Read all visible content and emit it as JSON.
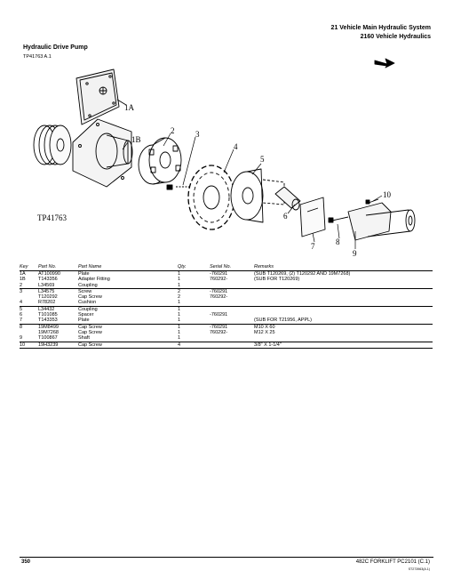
{
  "header": {
    "section": "21 Vehicle Main Hydraulic System",
    "group": "2160 Vehicle Hydraulics"
  },
  "figure": {
    "title": "Hydraulic Drive Pump",
    "id": "TP41763 A.1",
    "plate_label": "TP41763",
    "callouts": [
      "1A",
      "1B",
      "2",
      "3",
      "4",
      "5",
      "6",
      "7",
      "8",
      "9",
      "10"
    ]
  },
  "table": {
    "headers": [
      "Key",
      "Part No.",
      "Part Name",
      "Qty.",
      "Serial No.",
      "Remarks"
    ],
    "groups": [
      [
        {
          "key": "1A",
          "part": "AT100990",
          "name": "Plate",
          "qty": "1",
          "serial": "-760291",
          "remarks": "(SUB T120269, (2) T120292 AND 19M7268)"
        },
        {
          "key": "1B",
          "part": "T143356",
          "name": "Adapter Fitting",
          "qty": "1",
          "serial": "760292-",
          "remarks": "(SUB FOR T120269)"
        },
        {
          "key": "2",
          "part": "L34569",
          "name": "Coupling",
          "qty": "1",
          "serial": "",
          "remarks": ""
        }
      ],
      [
        {
          "key": "3",
          "part": "L34575",
          "name": "Screw",
          "qty": "2",
          "serial": "-760291",
          "remarks": ""
        },
        {
          "key": "",
          "part": "T120292",
          "name": "Cap Screw",
          "qty": "2",
          "serial": "760292-",
          "remarks": ""
        },
        {
          "key": "4",
          "part": "R78202",
          "name": "Cushion",
          "qty": "1",
          "serial": "",
          "remarks": ""
        }
      ],
      [
        {
          "key": "5",
          "part": "L34432",
          "name": "Coupling",
          "qty": "1",
          "serial": "",
          "remarks": ""
        },
        {
          "key": "6",
          "part": "T101085",
          "name": "Spacer",
          "qty": "1",
          "serial": "-760291",
          "remarks": ""
        },
        {
          "key": "7",
          "part": "T143353",
          "name": "Plate",
          "qty": "1",
          "serial": "",
          "remarks": "(SUB FOR T21956, APPL)"
        }
      ],
      [
        {
          "key": "8",
          "part": "19M8499",
          "name": "Cap Screw",
          "qty": "1",
          "serial": "-760291",
          "remarks": "M10 X 60"
        },
        {
          "key": "",
          "part": "19M7268",
          "name": "Cap Screw",
          "qty": "1",
          "serial": "760292-",
          "remarks": "M12 X 25"
        },
        {
          "key": "9",
          "part": "T100867",
          "name": "Shaft",
          "qty": "1",
          "serial": "",
          "remarks": ""
        }
      ],
      [
        {
          "key": "10",
          "part": "19H3239",
          "name": "Cap Screw",
          "qty": "4",
          "serial": "",
          "remarks": "3/8\" X 1-1/4\""
        }
      ]
    ]
  },
  "footer": {
    "page": "350",
    "model": "482C FORKLIFT   PC2101   (C.1)",
    "code": "ST273963(A.1)"
  }
}
